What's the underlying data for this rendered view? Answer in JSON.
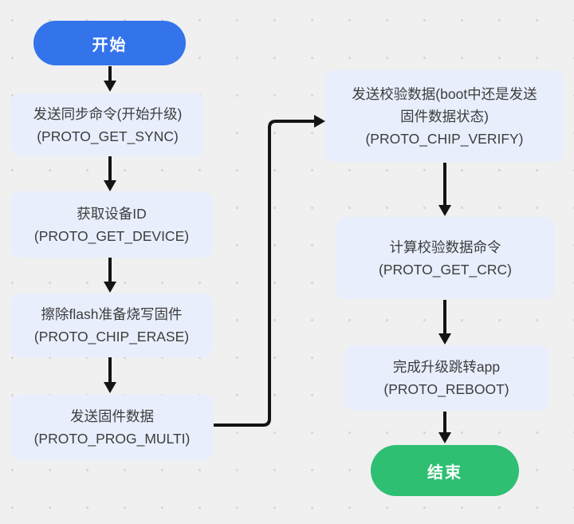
{
  "colors": {
    "bg": "#f0f0f1",
    "dot": "#d7d7d9",
    "arrow": "#141414",
    "box_fill": "#e8eefc",
    "text": "#3d3d3d",
    "start_fill": "#3374eb",
    "end_fill": "#2ebf72"
  },
  "nodes": {
    "start": {
      "label": "开始"
    },
    "sync": {
      "line1": "发送同步命令(开始升级)",
      "line2": "(PROTO_GET_SYNC)"
    },
    "device": {
      "line1": "获取设备ID",
      "line2": "(PROTO_GET_DEVICE)"
    },
    "erase": {
      "line1": "擦除flash准备烧写固件",
      "line2": "(PROTO_CHIP_ERASE)"
    },
    "prog": {
      "line1": "发送固件数据",
      "line2": "(PROTO_PROG_MULTI)"
    },
    "verify": {
      "line1": "发送校验数据(boot中还是发送",
      "line2": "固件数据状态)",
      "line3": "(PROTO_CHIP_VERIFY)"
    },
    "crc": {
      "line1": "计算校验数据命令",
      "line2": "(PROTO_GET_CRC)"
    },
    "reboot": {
      "line1": "完成升级跳转app",
      "line2": "(PROTO_REBOOT)"
    },
    "end": {
      "label": "结束"
    }
  }
}
